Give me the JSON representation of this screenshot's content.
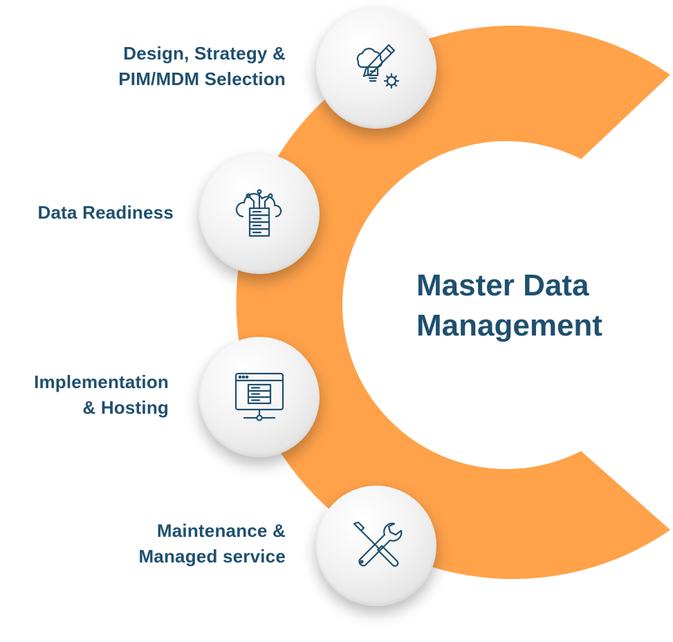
{
  "colors": {
    "ring": "#ffa24a",
    "text": "#1f5070",
    "icon": "#1f5070",
    "node_fill": "#f2f2f2"
  },
  "title": {
    "line1": "Master Data",
    "line2": "Management"
  },
  "steps": [
    {
      "line1": "Design, Strategy &",
      "line2": "PIM/MDM Selection",
      "icon": "idea-bulb-gear-pencil-icon"
    },
    {
      "line1": "Data Readiness",
      "line2": "",
      "icon": "cloud-server-icon"
    },
    {
      "line1": "Implementation",
      "line2": "& Hosting",
      "icon": "hosting-server-window-icon"
    },
    {
      "line1": "Maintenance &",
      "line2": "Managed service",
      "icon": "wrench-screwdriver-icon"
    }
  ]
}
